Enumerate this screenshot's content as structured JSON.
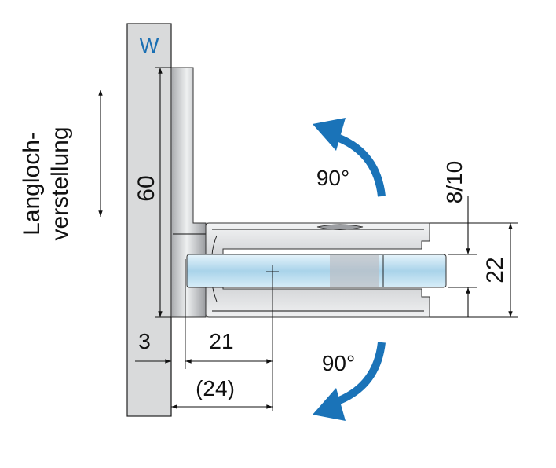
{
  "wall_label": "W",
  "adjustment_label": {
    "line1": "Langloch-",
    "line2": "verstellung"
  },
  "dimensions": {
    "height": "60",
    "offset": "3",
    "depth": "21",
    "depth_total": "(24)",
    "glass_thickness": "8/10",
    "clamp_height": "22"
  },
  "rotation": {
    "upper": "90°",
    "lower": "90°"
  },
  "colors": {
    "wall": "#d9dadb",
    "metal_dark": "#8e9094",
    "metal_light": "#e4e5e7",
    "glass": "#b8dcef",
    "arrow": "#1a73b8",
    "label_blue": "#1a6fb3"
  }
}
